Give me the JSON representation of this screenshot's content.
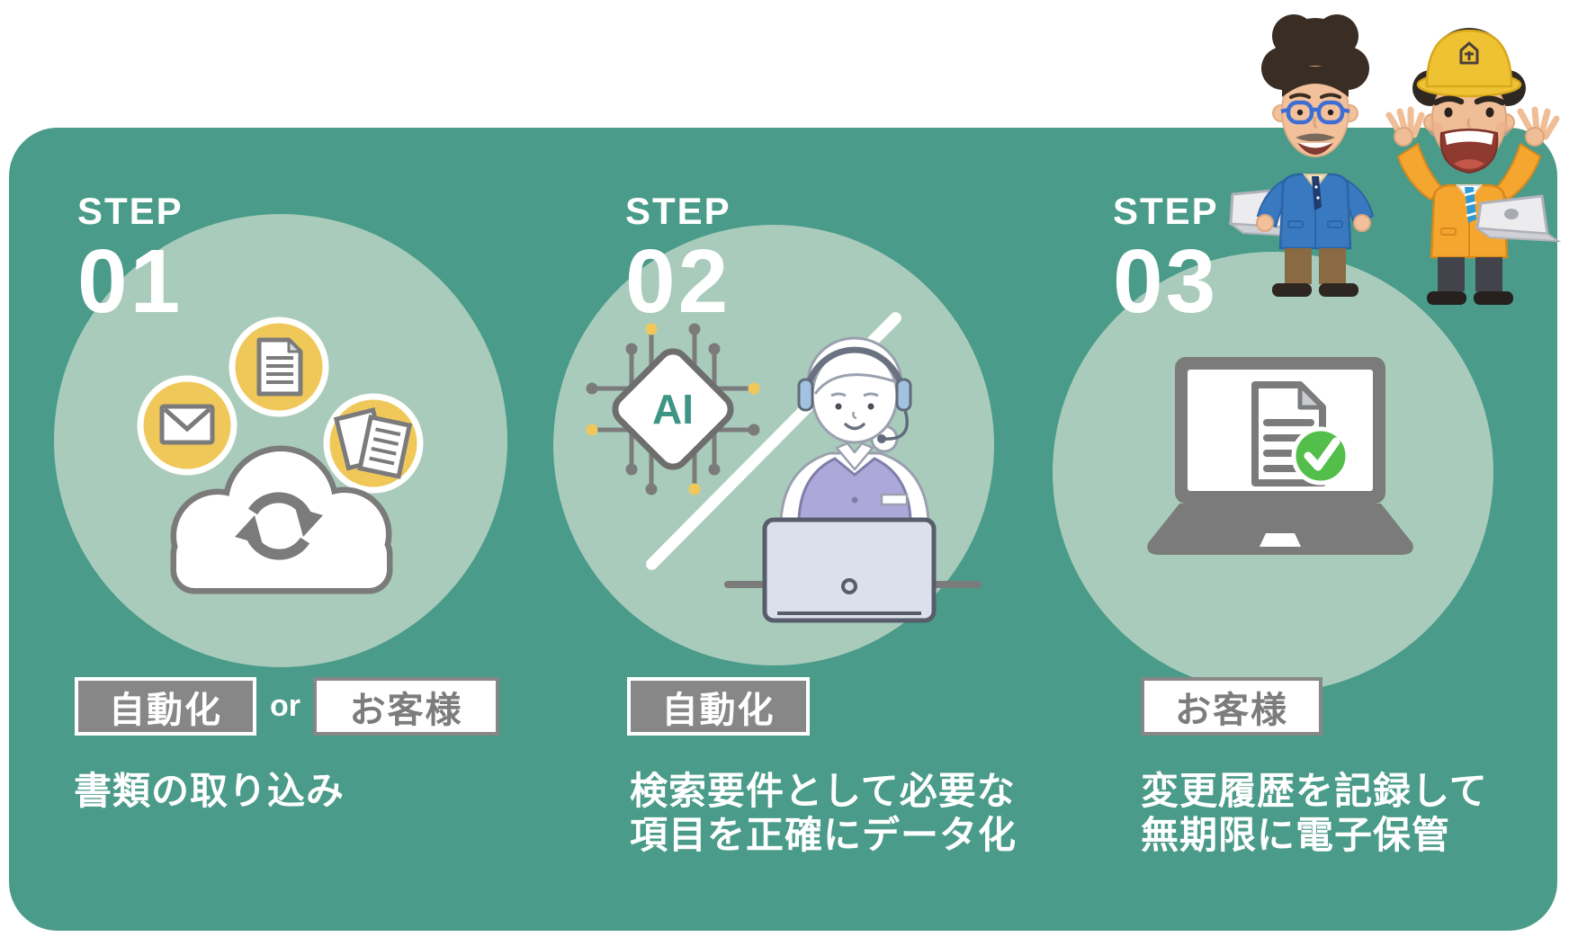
{
  "colors": {
    "background": "#FFFFFF",
    "panel": "#4A9B89",
    "step_circle": "#A9CBBC",
    "accent_yellow": "#F0C85A",
    "icon_gray": "#7B7B7B",
    "badge_gray": "#878787",
    "badge_text_gray": "#7C7C7C",
    "ai_text_green": "#3E9585",
    "check_green": "#53BF4A",
    "operator_vest_purple": "#ACA9DA",
    "worker_jacket_blue": "#3879C0",
    "worker_jacket_orange": "#F5A62F",
    "helmet_yellow": "#EFC233"
  },
  "steps": [
    {
      "label": "STEP",
      "number": "01",
      "icon": "cloud-sync-with-documents",
      "badge_primary": "自動化",
      "badge_connector": "or",
      "badge_secondary": "お客様",
      "description_lines": [
        "書類の取り込み"
      ]
    },
    {
      "label": "STEP",
      "number": "02",
      "icon": "ai-chip-and-operator",
      "chip_text": "AI",
      "badge_primary": "自動化",
      "description_lines": [
        "検索要件として必要な",
        "項目を正確にデータ化"
      ]
    },
    {
      "label": "STEP",
      "number": "03",
      "icon": "laptop-document-approved",
      "badge_primary": "お客様",
      "description_lines": [
        "変更履歴を記録して",
        "無期限に電子保管"
      ]
    }
  ],
  "characters": {
    "left": "worker-glasses-blue-jacket-holding-laptop",
    "right": "worker-helmet-orange-jacket-holding-laptop"
  }
}
